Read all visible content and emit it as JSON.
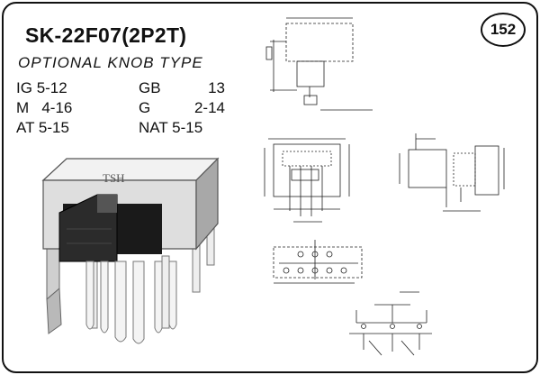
{
  "header": {
    "model": "SK-22F07(2P2T)",
    "subtitle": "OPTIONAL KNOB TYPE"
  },
  "page_number": "152",
  "knob_codes": [
    {
      "left_code": "IG",
      "left_range": "5-12",
      "right_code": "GB",
      "right_range": "13"
    },
    {
      "left_code": "M",
      "left_range": "4-16",
      "right_code": "G",
      "right_range": "2-14"
    },
    {
      "left_code": "AT",
      "left_range": "5-15",
      "right_code": "NAT",
      "right_range": "5-15"
    }
  ],
  "product_photo": {
    "brand_mark": "TSH"
  },
  "colors": {
    "ink": "#111111",
    "metal_light": "#e6e6e6",
    "metal_dark": "#8a8a8a",
    "knob": "#2a2a2a"
  }
}
